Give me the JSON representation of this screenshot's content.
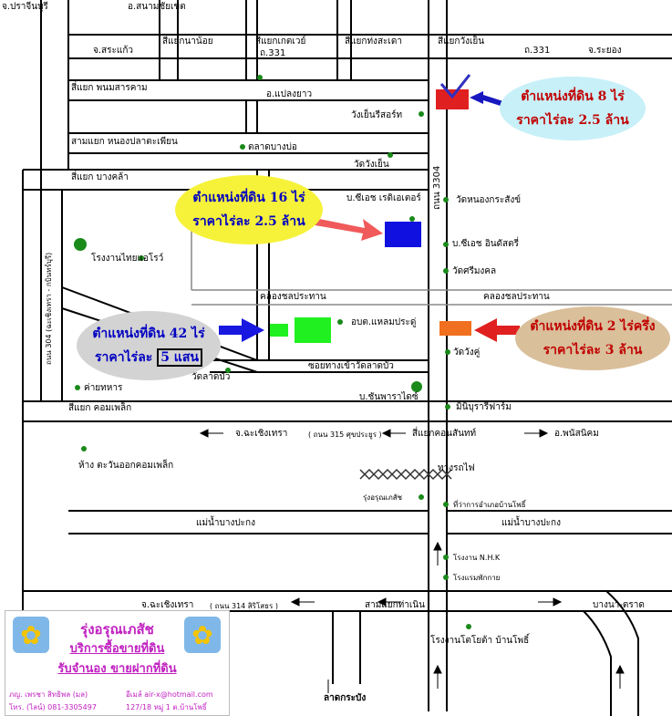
{
  "map": {
    "places": [
      {
        "text": "จ.ปราจีนบุรี"
      },
      {
        "text": "อ.สนามชัยเขต"
      },
      {
        "text": "จ.สระแก้ว"
      },
      {
        "text": "สี่แยกนาน้อย"
      },
      {
        "text": "สี่แยกเกตเวย์"
      },
      {
        "text": "ถ.331"
      },
      {
        "text": "สี่แยกท่งสะเดา"
      },
      {
        "text": "สี่แยกวังเย็น"
      },
      {
        "text": "ถ.331"
      },
      {
        "text": "จ.ระยอง"
      },
      {
        "text": "สี่แยก พนมสารคาม"
      },
      {
        "text": "อ.แปลงยาว"
      },
      {
        "text": "วังเย็นรีสอร์ท"
      },
      {
        "text": "สามแยก หนองปลาตะเพียน"
      },
      {
        "text": "ตลาดบางบ่อ"
      },
      {
        "text": "วัดวังเย็น"
      },
      {
        "text": "สี่แยก บางคล้า"
      },
      {
        "text": "วัดหนองกระสังข์"
      },
      {
        "text": "บ.ซีเอช เรดิเอเตอร์"
      },
      {
        "text": "บ.ซีเอช อินดัสตรี่"
      },
      {
        "text": "โรงงานไทยแอโรว์"
      },
      {
        "text": "วัดศรีมงคล"
      },
      {
        "text": "คลองชลประทาน"
      },
      {
        "text": "คลองชลประทาน"
      },
      {
        "text": "อบต.แหลมประดู่"
      },
      {
        "text": "วัดวังคู่"
      },
      {
        "text": "ซอยทางเข้าวัดลาดบัว"
      },
      {
        "text": "วัดลาดบัว"
      },
      {
        "text": "ค่ายทหาร"
      },
      {
        "text": "บ.ชันพาราไดซ์"
      },
      {
        "text": "มินิบุรารีฟาร์ม"
      },
      {
        "text": "สี่แยก คอมเพล็ก"
      },
      {
        "text": "จ.ฉะเชิงเทรา"
      },
      {
        "text": "( ถนน 315 ศุขประยูร )"
      },
      {
        "text": "สี่แยกคอนสันทท์"
      },
      {
        "text": "อ.พนัสนิคม"
      },
      {
        "text": "ห้าง ตะวันออกคอมเพล็ก"
      },
      {
        "text": "ทางรถไฟ"
      },
      {
        "text": "รุ่งอรุณเภสัช"
      },
      {
        "text": "ที่ว่าการอำเภอบ้านโพธิ์"
      },
      {
        "text": "แม่น้ำบางปะกง"
      },
      {
        "text": "แม่น้ำบางปะกง"
      },
      {
        "text": "โรงงาน N.H.K"
      },
      {
        "text": "โรงแรมพักกาย"
      },
      {
        "text": "จ.ฉะเชิงเทรา"
      },
      {
        "text": "( ถนน 314 สิริโสธร )"
      },
      {
        "text": "สามแยกท่าเนิน"
      },
      {
        "text": "บางนา-ตราด"
      },
      {
        "text": "โรงงานโตโยต้า บ้านโพธิ์"
      },
      {
        "text": "ลาดกระบัง"
      }
    ],
    "vertical_labels": {
      "road_3304": "ถนน 3304",
      "road_304_left": "ถนน 304 (ฉะเชิงเทรา - กบินทร์บุรี)"
    }
  },
  "callouts": {
    "land_8": {
      "line1": "ตำแหน่งที่ดิน 8 ไร่",
      "line2": "ราคาไร่ละ 2.5 ล้าน",
      "bg": "#c8f0f8",
      "color": "#c00000"
    },
    "land_16": {
      "line1": "ตำแหน่งที่ดิน 16 ไร่",
      "line2": "ราคาไร่ละ 2.5 ล้าน",
      "bg": "#f6f23a",
      "color": "#0000c0"
    },
    "land_42": {
      "line1": "ตำแหน่งที่ดิน 42 ไร่",
      "line2": "ราคาไร่ละ",
      "price": "5 แสน",
      "bg": "#d3d3d3",
      "color": "#0000c0"
    },
    "land_2": {
      "line1": "ตำแหน่งที่ดิน 2 ไร่ครึ่ง",
      "line2": "ราคาไร่ละ 3 ล้าน",
      "bg": "#d9bf9a",
      "color": "#c00000"
    }
  },
  "plots": {
    "plot_8_color": "#e02020",
    "plot_16_color": "#1010e0",
    "plot_42_color": "#20f020",
    "plot_2_color": "#f07020"
  },
  "ad": {
    "title": "รุ่งอรุณเภสัช",
    "service": "บริการซื้อขายที่ดิน",
    "service2": "รับจำนอง ขายฝากที่ดิน",
    "contact_name": "ภญ. เพรชา สิทธิพล (มล)",
    "contact_phone": "โทร. (ไลน์) 081-3305497",
    "contact_email": "อีเมล์ air-x@hotmail.com",
    "contact_address": "127/18 หมู่ 1 ต.บ้านโพธิ์"
  }
}
